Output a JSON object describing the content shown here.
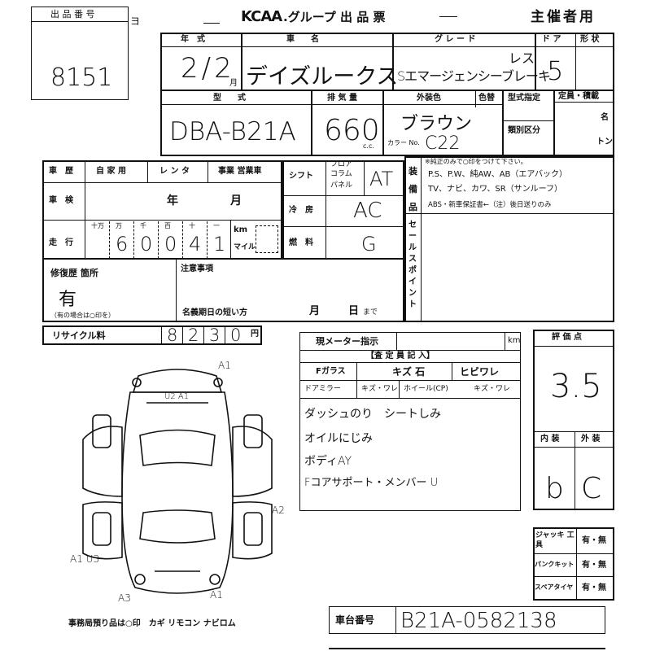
{
  "header": {
    "lot_label": "出 品 番 号",
    "lot_number": "8151",
    "side_glyph": "ヨ",
    "brand": "KCAA",
    "group_title": ".グループ 出 品 票",
    "organizer": "主催者用"
  },
  "row1": {
    "year_label": "年　式",
    "name_label": "車　　名",
    "grade_label": "グ レ ー ド",
    "door_label": "ド ア",
    "shape_label": "形 状",
    "year_value": "2/2",
    "year_unit": "月",
    "name_value": "デイズルークス",
    "grade_value": "Sエマージェンシーブレーキ",
    "grade_note": "レス",
    "door_value": "5"
  },
  "row2": {
    "model_label": "型　　式",
    "displacement_label": "排 気 量",
    "exterior_label": "外装色",
    "color_label": "色替",
    "type_designation_label": "型式指定",
    "capacity_label": "定員・積載",
    "class_label": "類別区分",
    "capacity_unit_people": "名",
    "capacity_unit_ton": "トン",
    "model_value": "DBA-B21A",
    "displacement_value": "660",
    "displacement_unit": "c.c.",
    "exterior_value": "ブラウン",
    "color_no_label": "カラー No.",
    "color_no_value": "C22"
  },
  "history": {
    "label": "車　歴",
    "private": "自 家 用",
    "rental": "レ ン タ",
    "business": "事業 営業車",
    "inspection_label": "車　検",
    "year": "年",
    "month": "月",
    "mileage_label": "走　行",
    "digit_heads": [
      "十万",
      "万",
      "千",
      "百",
      "十",
      "一"
    ],
    "mileage_digits": [
      "",
      "6",
      "0",
      "0",
      "4",
      "1"
    ],
    "km": "km",
    "mile": "マイル"
  },
  "mid": {
    "shift_label": "シフト",
    "floor": "フロア",
    "column": "コラム",
    "panel": "パネル",
    "shift_value": "AT",
    "ac_label": "冷　房",
    "ac_value": "AC",
    "fuel_label": "燃　料",
    "fuel_value": "G"
  },
  "equip": {
    "label": "装備品",
    "note": "※純正のみで○印をつけて下さい。",
    "line1": "P.S、P.W、純AW、AB（エアバック）",
    "line2": "TV、ナビ、カワ、SR（サンルーフ）",
    "line3": "ABS・新車保証書←（注）後日送りのみ",
    "sales_point_label": "セールスポイント"
  },
  "repair": {
    "label": "修復歴 箇所",
    "value": "有",
    "note": "（有の場合は○印を）",
    "notice_label": "注意事項",
    "expiry_label": "名義期日の短い方",
    "month": "月",
    "day": "日",
    "until": "まで"
  },
  "recycle": {
    "label": "リサイクル料",
    "digits": [
      "8",
      "2",
      "3",
      "0"
    ],
    "unit": "円"
  },
  "inspection": {
    "meter_label": "現メーター指示",
    "meter_unit": "km",
    "inspector_label": "【査 定 員 記 入】",
    "fglass": "Fガラス",
    "fglass_marks": "キズ 石",
    "fglass_crack": "ヒビワレ",
    "door_mirror": "ドアミラー",
    "door_mirror_marks": "キズ・ワレ",
    "wheel": "ホイール(CP)",
    "wheel_marks": "キズ・ワレ",
    "notes": [
      "ダッシュのり　シートしみ",
      "オイルにじみ",
      "ボディAY",
      "Fコアサポート・メンバー U"
    ]
  },
  "grade": {
    "label": "評 価 点",
    "value": "3.5",
    "interior_label": "内 装",
    "exterior_label": "外 装",
    "interior_value": "b",
    "exterior_value": "C"
  },
  "tools": {
    "jack_label": "ジャッキ 工具",
    "puncture_label": "パンクキット",
    "spare_label": "スペアタイヤ",
    "options": "有・無"
  },
  "diagram": {
    "marks": [
      "A1",
      "U2 A1",
      "A2",
      "A1 U3",
      "A3",
      "A1"
    ]
  },
  "footer": {
    "office": "事務局預り品は○印　カギ リモコン ナビロム",
    "chassis_label": "車台番号",
    "chassis_value": "B21A-0582138"
  }
}
